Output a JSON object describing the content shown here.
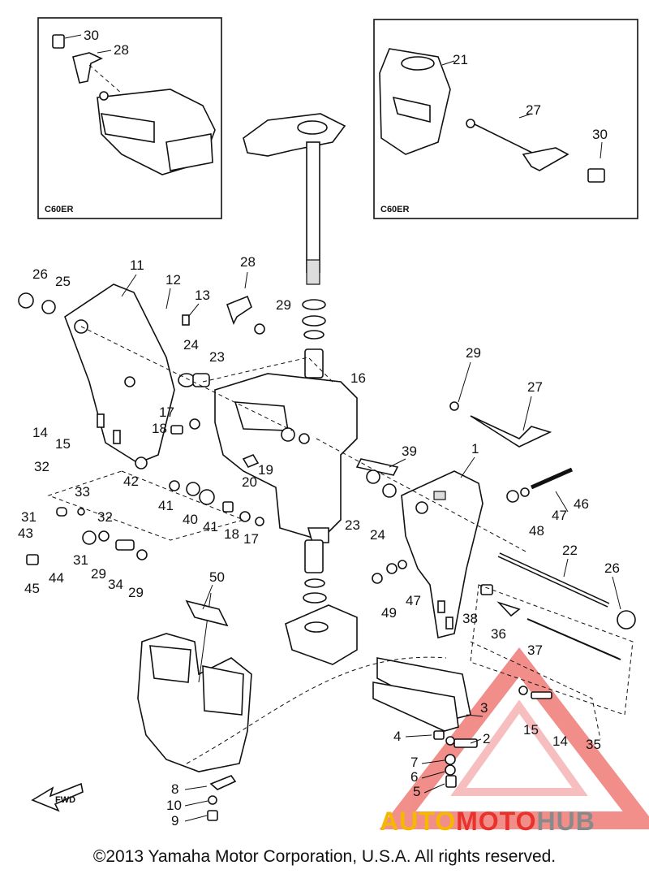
{
  "insets": [
    {
      "tag": "C60ER",
      "parts": [
        "30",
        "28"
      ]
    },
    {
      "tag": "C60ER",
      "parts": [
        "21",
        "27",
        "30"
      ]
    }
  ],
  "callouts": [
    "30",
    "28",
    "21",
    "27",
    "30",
    "28",
    "11",
    "12",
    "13",
    "26",
    "25",
    "29",
    "24",
    "23",
    "16",
    "29",
    "27",
    "14",
    "15",
    "17",
    "18",
    "42",
    "32",
    "33",
    "31",
    "32",
    "43",
    "31",
    "29",
    "34",
    "29",
    "45",
    "44",
    "41",
    "40",
    "41",
    "18",
    "17",
    "20",
    "19",
    "39",
    "23",
    "24",
    "1",
    "46",
    "47",
    "48",
    "22",
    "26",
    "49",
    "47",
    "38",
    "36",
    "37",
    "50",
    "3",
    "2",
    "4",
    "15",
    "14",
    "35",
    "7",
    "6",
    "5",
    "8",
    "10",
    "9"
  ],
  "fwd_label": "FWD",
  "watermark": {
    "part1": "AUTO",
    "part2": "MOTO",
    "part3": "HUB",
    "colors": {
      "yellow": "#f5b800",
      "red": "#e8332c",
      "gray": "#8a8a8a"
    }
  },
  "copyright": "©2013 Yamaha Motor Corporation, U.S.A. All rights reserved."
}
